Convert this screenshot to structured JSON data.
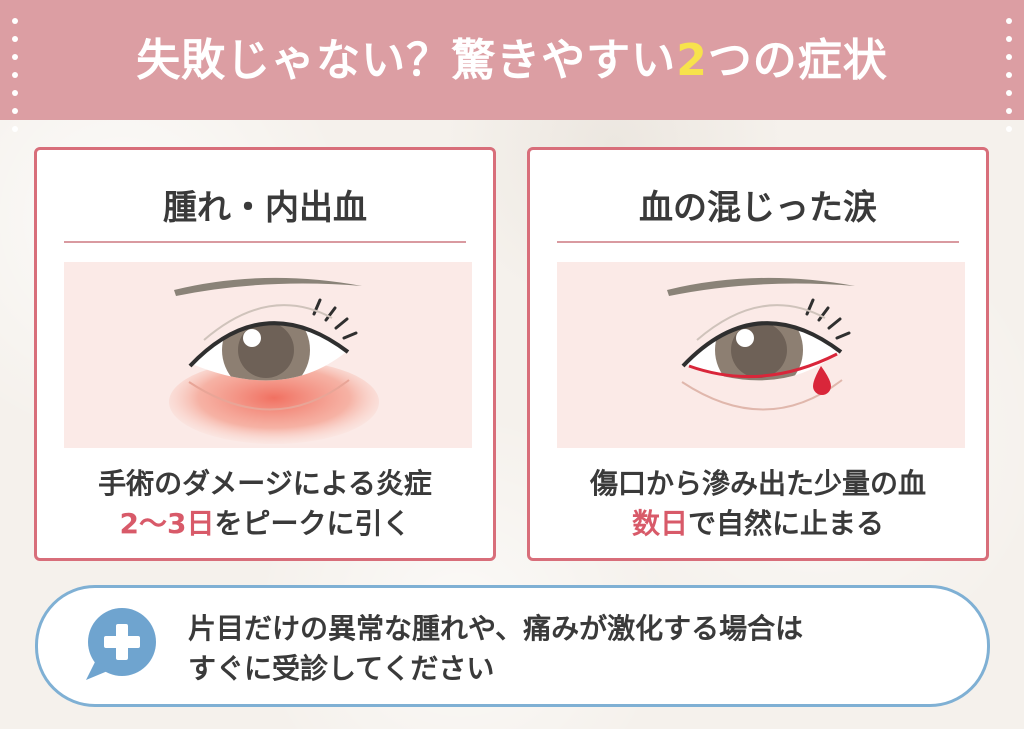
{
  "header": {
    "title_before": "失敗じゃない？驚きやすい",
    "title_number": "2",
    "title_after": "つの症状"
  },
  "cards": [
    {
      "title": "腫れ・内出血",
      "line1": "手術のダメージによる炎症",
      "line2_highlight": "2〜3日",
      "line2_rest": "をピークに引く"
    },
    {
      "title": "血の混じった涙",
      "line1": "傷口から滲み出た少量の血",
      "line2_highlight": "数日",
      "line2_rest": "で自然に止まる"
    }
  ],
  "note": {
    "icon": "medical-plus-chat-icon",
    "line1": "片目だけの異常な腫れや、痛みが激化する場合は",
    "line2": "すぐに受診してください"
  },
  "colors": {
    "banner": "#dc9ea3",
    "accent_number": "#f7e24c",
    "card_border": "#d86e7a",
    "highlight_text": "#d85a69",
    "note_border": "#7fb0d4",
    "icon_blue": "#6fa4cf",
    "bruise": "#f08a7c",
    "blood": "#d9263a"
  }
}
